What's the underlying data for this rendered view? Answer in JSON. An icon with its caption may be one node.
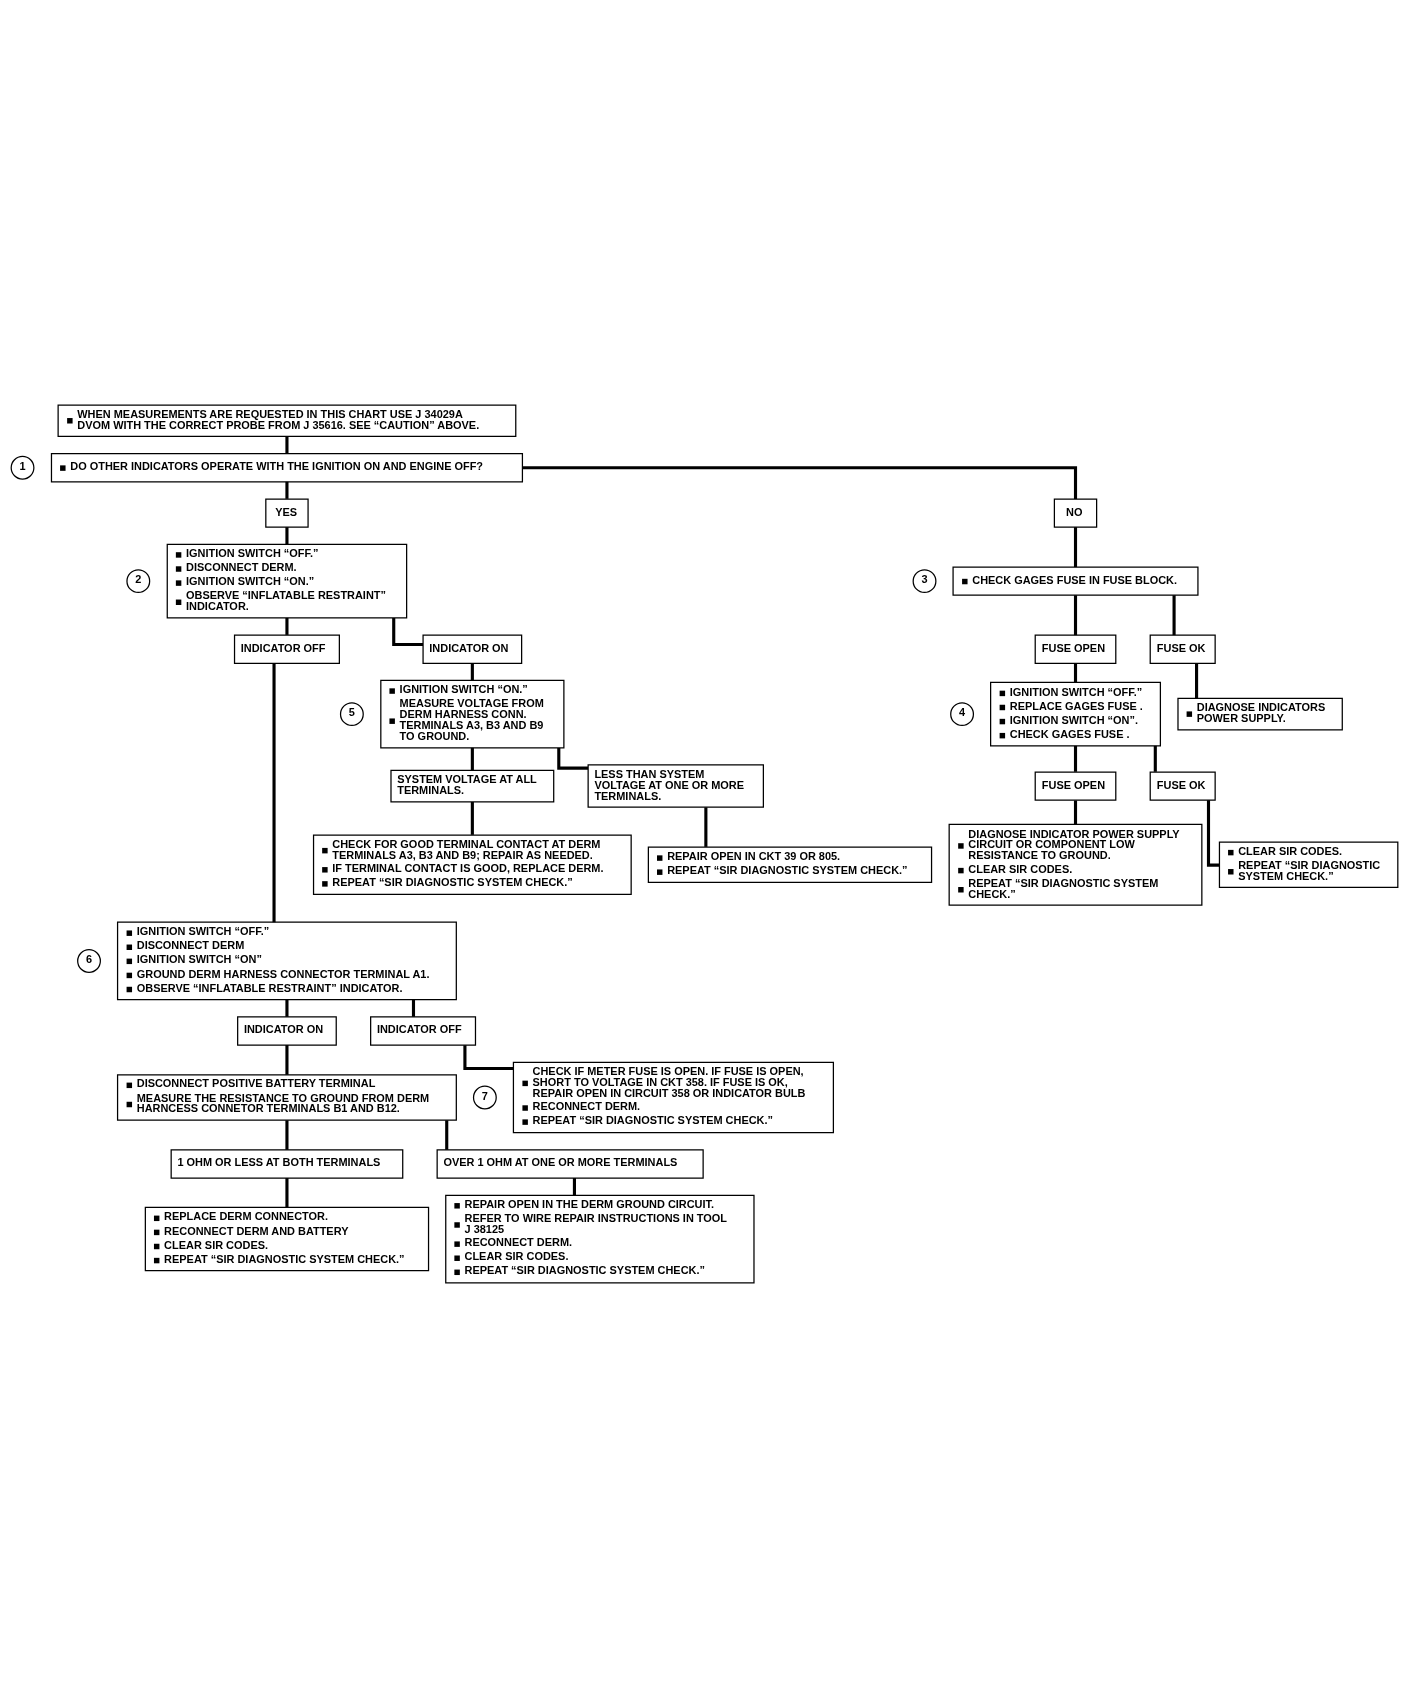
{
  "diagram": {
    "nodes": [
      {
        "text": [
          "WHEN MEASUREMENTS ARE REQUESTED IN THIS CHART USE J 34029A DVOM WITH THE CORRECT PROBE FROM J 35616. SEE “CAUTION” ABOVE."
        ]
      },
      {
        "text": [
          "DO OTHER INDICATORS OPERATE WITH THE IGNITION ON AND ENGINE OFF?"
        ],
        "beside": [
          "1"
        ]
      },
      {
        "text": [
          "YES"
        ]
      },
      {
        "text": [
          "IGNITION SWITCH “OFF.”",
          "DISCONNECT DERM.",
          "IGNITION SWITCH “ON.”",
          "OBSERVE “INFLATABLE RESTRAINT” INDICATOR."
        ],
        "beside": [
          "2"
        ]
      },
      {
        "text": [
          "NO"
        ]
      },
      {
        "text": [
          "CHECK GAGES FUSE IN FUSE BLOCK."
        ],
        "beside": [
          "3"
        ]
      },
      {
        "text": [
          "FUSE OPEN"
        ]
      },
      {
        "text": [
          "FUSE OK"
        ]
      },
      {
        "text": [
          "INDICATOR OFF"
        ]
      },
      {
        "text": [
          "INDICATOR ON"
        ]
      },
      {
        "text": [
          "IGNITION SWITCH “OFF.”",
          "REPLACE GAGES FUSE .",
          "IGNITION SWITCH “ON”.",
          "CHECK GAGES FUSE ."
        ],
        "beside": [
          "4"
        ]
      },
      {
        "text": [
          "DIAGNOSE INDICATORS POWER SUPPLY."
        ]
      },
      {
        "text": [
          "IGNITION SWITCH “ON.”",
          "MEASURE VOLTAGE FROM DERM HARNESS CONN. TERMINALS A3, B3 AND B9 TO GROUND."
        ],
        "beside": [
          "5"
        ]
      },
      {
        "text": [
          "FUSE OPEN"
        ]
      },
      {
        "text": [
          "FUSE OK"
        ]
      },
      {
        "text": [
          "DIAGNOSE INDICATOR POWER SUPPLY CIRCUIT OR COMPONENT LOW RESISTANCE TO GROUND.",
          "CLEAR SIR CODES.",
          "REPEAT “SIR DIAGNOSTIC SYSTEM CHECK.”"
        ]
      },
      {
        "text": [
          "CLEAR SIR CODES.",
          "REPEAT “SIR DIAGNOSTIC SYSTEM CHECK.”"
        ]
      },
      {
        "text": [
          "SYSTEM VOLTAGE AT ALL TERMINALS."
        ]
      },
      {
        "text": [
          "LESS THAN SYSTEM VOLTAGE AT ONE OR MORE TERMINALS."
        ]
      },
      {
        "text": [
          "CHECK FOR GOOD TERMINAL CONTACT AT DERM TERMINALS A3, B3 AND B9; REPAIR AS NEEDED.",
          "IF TERMINAL CONTACT IS GOOD, REPLACE DERM.",
          "REPEAT “SIR DIAGNOSTIC SYSTEM CHECK.”"
        ]
      },
      {
        "text": [
          "REPAIR OPEN IN CKT 39 OR 805.",
          "REPEAT “SIR DIAGNOSTIC SYSTEM CHECK.”"
        ]
      },
      {
        "text": [
          "IGNITION SWITCH “OFF.”",
          "DISCONNECT DERM",
          "IGNITION SWITCH “ON”",
          "GROUND DERM HARNESS CONNECTOR TERMINAL A1.",
          "OBSERVE “INFLATABLE RESTRAINT” INDICATOR."
        ],
        "beside": [
          "6"
        ]
      },
      {
        "text": [
          "INDICATOR ON"
        ]
      },
      {
        "text": [
          "INDICATOR OFF"
        ]
      },
      {
        "text": [
          "DISCONNECT POSITIVE BATTERY TERMINAL",
          "MEASURE THE RESISTANCE TO GROUND FROM DERM HARNCESS CONNETOR TERMINALS B1 AND B12."
        ],
        "beside": [
          "7"
        ]
      },
      {
        "text": [
          "CHECK IF METER FUSE IS OPEN. IF FUSE IS OPEN, SHORT TO VOLTAGE IN CKT 358. IF FUSE IS OK, REPAIR OPEN IN CIRCUIT 358 OR INDICATOR BULB",
          "RECONNECT DERM.",
          "REPEAT “SIR DIAGNOSTIC SYSTEM CHECK.”"
        ]
      },
      {
        "text": [
          "1 OHM OR LESS AT BOTH TERMINALS"
        ]
      },
      {
        "text": [
          "OVER 1 OHM AT ONE OR MORE TERMINALS"
        ]
      },
      {
        "text": [
          "REPLACE DERM CONNECTOR.",
          "RECONNECT DERM AND BATTERY",
          "CLEAR SIR CODES.",
          "REPEAT “SIR DIAGNOSTIC SYSTEM CHECK.”"
        ]
      },
      {
        "text": [
          "REPAIR OPEN IN THE DERM GROUND CIRCUIT.",
          "REFER TO WIRE REPAIR INSTRUCTIONS IN TOOL J 38125",
          "RECONNECT DERM.",
          "CLEAR SIR CODES.",
          "REPEAT “SIR DIAGNOSTIC SYSTEM CHECK.”"
        ]
      }
    ],
    "edges": [
      {
        "from": 0,
        "to": 1,
        "arrow": "none"
      },
      {
        "from": 1,
        "to": 2,
        "arrow": "none"
      },
      {
        "from": 1,
        "to": 4,
        "arrow": "none"
      },
      {
        "from": 2,
        "to": 3,
        "arrow": "none"
      },
      {
        "from": 4,
        "to": 5,
        "arrow": "none"
      },
      {
        "from": 3,
        "to": 8,
        "arrow": "none"
      },
      {
        "from": 3,
        "to": 9,
        "arrow": "none"
      },
      {
        "from": 5,
        "to": 6,
        "arrow": "none"
      },
      {
        "from": 5,
        "to": 7,
        "arrow": "none"
      },
      {
        "from": 6,
        "to": 10,
        "arrow": "none"
      },
      {
        "from": 7,
        "to": 11,
        "arrow": "none"
      },
      {
        "from": 9,
        "to": 12,
        "arrow": "none"
      },
      {
        "from": 10,
        "to": 13,
        "arrow": "none"
      },
      {
        "from": 10,
        "to": 14,
        "arrow": "none"
      },
      {
        "from": 13,
        "to": 15,
        "arrow": "none"
      },
      {
        "from": 14,
        "to": 16,
        "arrow": "none"
      },
      {
        "from": 12,
        "to": 17,
        "arrow": "none"
      },
      {
        "from": 12,
        "to": 18,
        "arrow": "none"
      },
      {
        "from": 17,
        "to": 19,
        "arrow": "none"
      },
      {
        "from": 18,
        "to": 20,
        "arrow": "none"
      },
      {
        "from": 8,
        "to": 21,
        "arrow": "none"
      },
      {
        "from": 21,
        "to": 22,
        "arrow": "none"
      },
      {
        "from": 21,
        "to": 23,
        "arrow": "none"
      },
      {
        "from": 22,
        "to": 24,
        "arrow": "none"
      },
      {
        "from": 23,
        "to": 25,
        "arrow": "none"
      },
      {
        "from": 24,
        "to": 26,
        "arrow": "none"
      },
      {
        "from": 24,
        "to": 27,
        "arrow": "none"
      },
      {
        "from": 26,
        "to": 28,
        "arrow": "none"
      },
      {
        "from": 27,
        "to": 29,
        "arrow": "none"
      }
    ]
  }
}
